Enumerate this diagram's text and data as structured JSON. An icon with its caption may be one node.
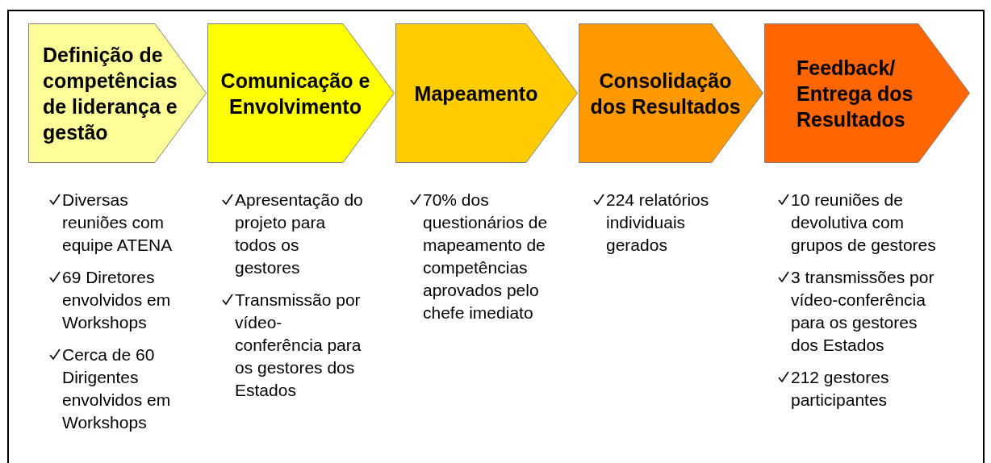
{
  "diagram": {
    "nodes": [
      {
        "text": [
          "Definição de competências de liderança e gestão"
        ],
        "beside": [
          "Diversas reuniões com equipe ATENA",
          "69 Diretores envolvidos em Workshops",
          "Cerca de 60 Dirigentes envolvidos em Workshops"
        ]
      },
      {
        "text": [
          "Comunicação e Envolvimento"
        ],
        "beside": [
          "Apresentação do projeto para todos os gestores",
          "Transmissão por vídeo-conferência para os gestores dos Estados"
        ]
      },
      {
        "text": [
          "Mapeamento"
        ],
        "beside": [
          "70% dos questionários de mapeamento de competências aprovados pelo chefe imediato"
        ]
      },
      {
        "text": [
          "Consolidação dos Resultados"
        ],
        "beside": [
          "224 relatórios individuais gerados"
        ]
      },
      {
        "text": [
          "Feedback/ Entrega dos Resultados"
        ],
        "beside": [
          "10 reuniões de devolutiva com grupos de gestores",
          "3 transmissões por vídeo-conferência para os gestores dos Estados",
          "212 gestores participantes"
        ]
      }
    ]
  }
}
